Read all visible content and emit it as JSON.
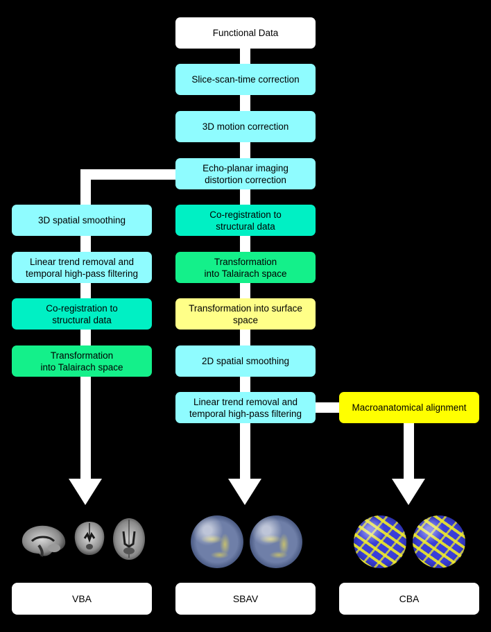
{
  "center": [
    {
      "label": "Functional Data",
      "color": "#ffffff"
    },
    {
      "label": "Slice-scan-time correction",
      "color": "#8ffcff"
    },
    {
      "label": "3D motion correction",
      "color": "#8ffcff"
    },
    {
      "label": "Echo-planar imaging\ndistortion correction",
      "color": "#8ffcff"
    },
    {
      "label": "Co-registration to\nstructural data",
      "color": "#00f0c4"
    },
    {
      "label": "Transformation\ninto Talairach space",
      "color": "#14f08a"
    },
    {
      "label": "Transformation into surface\nspace",
      "color": "#ffff88"
    },
    {
      "label": "2D spatial smoothing",
      "color": "#8ffcff"
    },
    {
      "label": "Linear trend removal and\ntemporal high-pass filtering",
      "color": "#8ffcff"
    }
  ],
  "left": [
    {
      "label": "3D spatial smoothing",
      "color": "#8ffcff"
    },
    {
      "label": "Linear trend removal and\ntemporal high-pass filtering",
      "color": "#8ffcff"
    },
    {
      "label": "Co-registration to\nstructural data",
      "color": "#00f0c4"
    },
    {
      "label": "Transformation\ninto Talairach space",
      "color": "#14f08a"
    }
  ],
  "right": {
    "label": "Macroanatomical alignment",
    "color": "#ffff00"
  },
  "results": {
    "vba": "VBA",
    "sbav": "SBAV",
    "cba": "CBA"
  }
}
